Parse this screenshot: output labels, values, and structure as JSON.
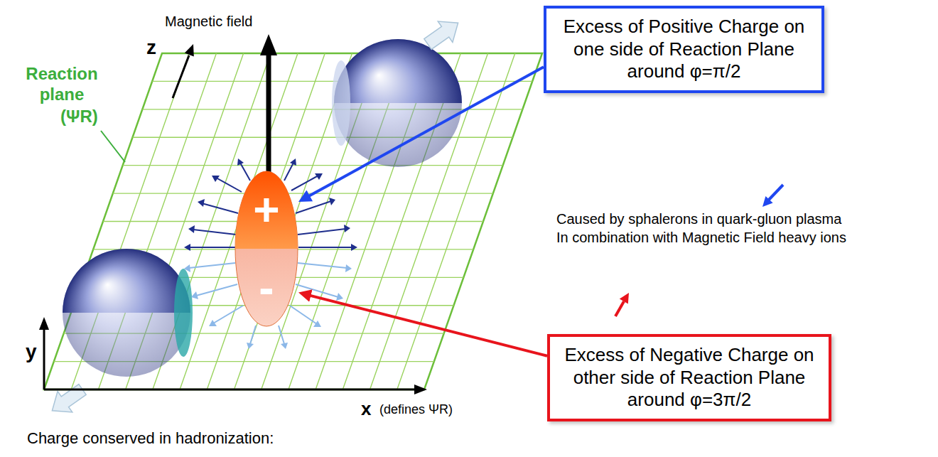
{
  "diagram": {
    "nodes": [
      {
        "text": [
          "Excess of Positive Charge on one side of Reaction Plane around φ=π/2"
        ]
      },
      {
        "text": [
          "+",
          "-"
        ]
      },
      {
        "text": [
          "Excess of Negative Charge on other side of Reaction Plane around φ=3π/2"
        ]
      }
    ],
    "edges": [
      {
        "from": 0,
        "to": 1,
        "arrow": "to"
      },
      {
        "from": 2,
        "to": 1,
        "arrow": "to"
      }
    ],
    "labels": [
      "Magnetic field",
      "z",
      "Reaction plane",
      "(ΨR)",
      "y",
      "x",
      "(defines ΨR)",
      "Caused by sphalerons in quark-gluon plasma",
      "In combination with Magnetic Field heavy ions",
      "Charge conserved in hadronization:"
    ]
  }
}
